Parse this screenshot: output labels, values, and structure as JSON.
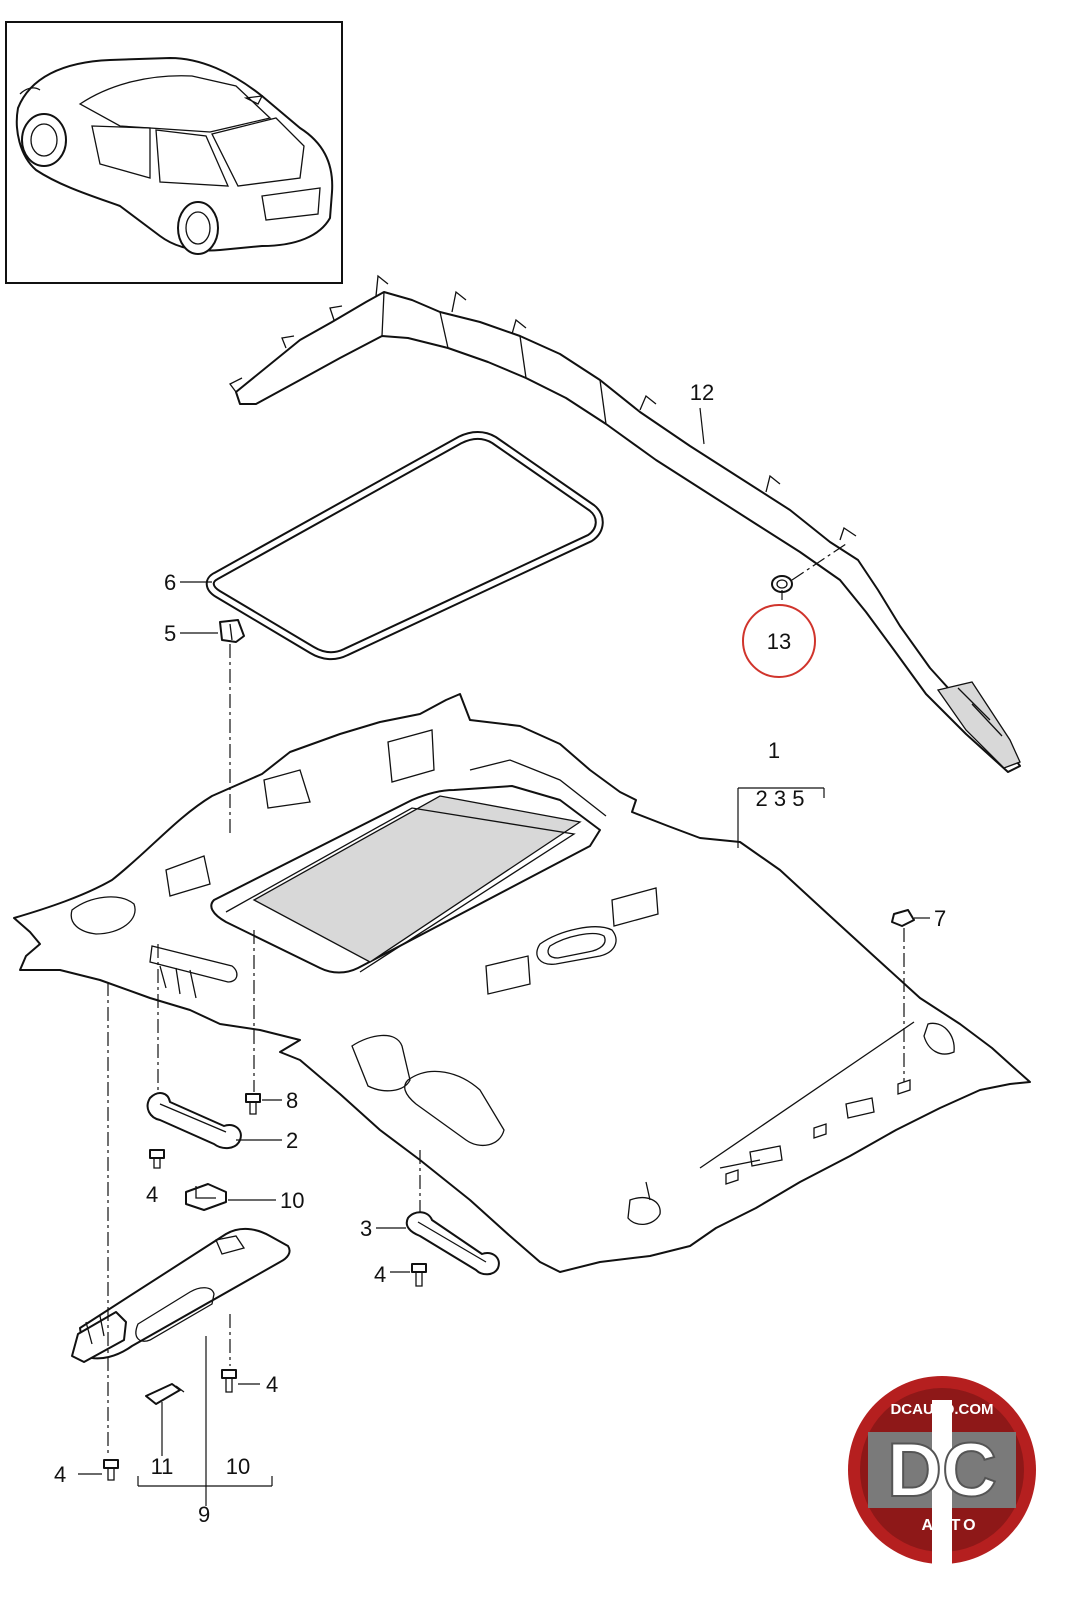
{
  "diagram": {
    "callouts": {
      "c1": "1",
      "c1_sub": "2 3 5",
      "c2": "2",
      "c3": "3",
      "c4a": "4",
      "c4b": "4",
      "c4c": "4",
      "c4d": "4",
      "c5": "5",
      "c6": "6",
      "c7": "7",
      "c8": "8",
      "c9": "9",
      "c9_sub_a": "11",
      "c9_sub_b": "10",
      "c10": "10",
      "c12": "12",
      "c13": "13"
    },
    "highlight_color": "#d0342c",
    "logo": {
      "top_text": "DCAUTO.COM",
      "mark": "DC",
      "bottom_text": "AUTO",
      "colors": {
        "ring": "#b51f1f",
        "mark": "#7a7a7a",
        "text": "#ffffff"
      }
    }
  }
}
